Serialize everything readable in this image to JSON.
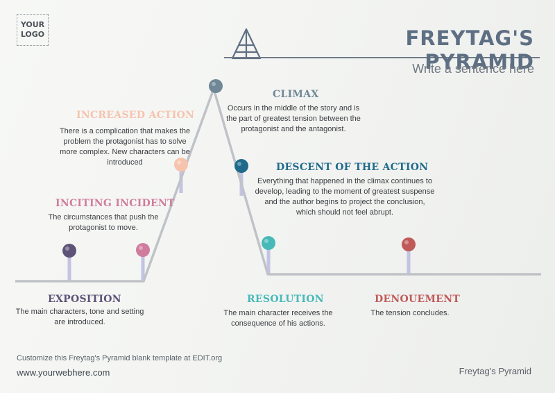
{
  "logo": {
    "line1": "YOUR",
    "line2": "LOGO"
  },
  "header": {
    "title": "FREYTAG'S PYRAMID",
    "subtitle": "Write a sentence here"
  },
  "colors": {
    "line": "#c0c2c8",
    "stem": "#c3c3e2",
    "exposition": "#5e5478",
    "inciting": "#d07c9c",
    "increased": "#f6c3ad",
    "climax": "#6f8796",
    "descent": "#1f6a8a",
    "resolution": "#48b9b9",
    "denouement": "#c05a58"
  },
  "stages": {
    "exposition": {
      "title": "EXPOSITION",
      "desc": "The main characters, tone and setting are introduced."
    },
    "inciting": {
      "title": "INCITING INCIDENT",
      "desc": "The circumstances that push the protagonist to move."
    },
    "increased": {
      "title": "INCREASED ACTION",
      "desc": "There is a complication that makes the problem the protagonist has to solve more complex. New characters can be introduced"
    },
    "climax": {
      "title": "CLIMAX",
      "desc": "Occurs in the middle of the story and is the part of greatest tension between the protagonist and the antagonist."
    },
    "descent": {
      "title": "DESCENT OF THE ACTION",
      "desc": "Everything that happened in the climax continues to develop, leading to the moment of greatest suspense and the author begins to project the conclusion, which should not feel abrupt."
    },
    "resolution": {
      "title": "RESOLUTION",
      "desc": "The main character receives the consequence of his actions."
    },
    "denouement": {
      "title": "DENOUEMENT",
      "desc": "The tension concludes."
    }
  },
  "footer": {
    "note": "Customize this Freytag's Pyramid blank template at EDIT.org",
    "url": "www.yourwebhere.com",
    "caption": "Freytag's Pyramid"
  }
}
